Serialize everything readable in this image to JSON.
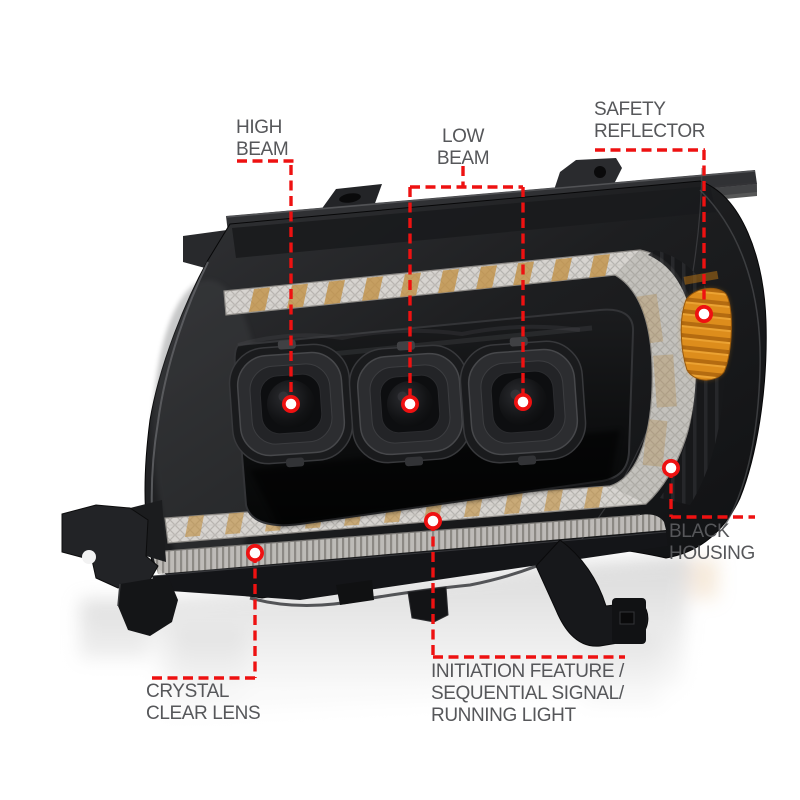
{
  "colors": {
    "background": "#ffffff",
    "annotation_red": "#ee1111",
    "label_gray": "#56575a",
    "amber": "#dd8d1d",
    "strip_base": "#dbd8d4",
    "strip_amber": "#c08e3e",
    "housing_black": "#1a1b1d"
  },
  "annotations": {
    "high_beam": {
      "lines": [
        "HIGH",
        "BEAM"
      ]
    },
    "low_beam": {
      "lines": [
        "LOW",
        "BEAM"
      ]
    },
    "safety_reflector": {
      "lines": [
        "SAFETY",
        "REFLECTOR"
      ]
    },
    "black_housing": {
      "lines": [
        "BLACK",
        "HOUSING"
      ]
    },
    "crystal_clear_lens": {
      "lines": [
        "CRYSTAL",
        "CLEAR LENS"
      ]
    },
    "initiation_feature": {
      "lines": [
        "INITIATION FEATURE /",
        "SEQUENTIAL SIGNAL/",
        "RUNNING LIGHT"
      ]
    }
  }
}
